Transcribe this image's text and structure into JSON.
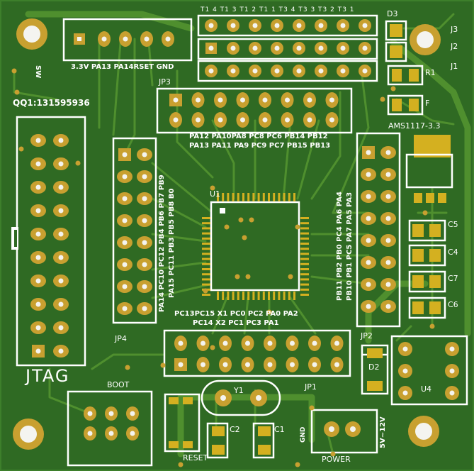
{
  "labels": {
    "sw_rotated": "SW",
    "jp3_top_pins": "3.3V PA13 PA14RSET GND",
    "qq": "QQ1:131595936",
    "jtag": "JTAG",
    "boot": "BOOT",
    "reset": "RESET",
    "jp3": "JP3",
    "jp4": "JP4",
    "jp1": "JP1",
    "jp2": "JP2",
    "u1": "U1",
    "u4": "U4",
    "d3": "D3",
    "d2": "D2",
    "j3": "J3",
    "j2": "J2",
    "j1": "J1",
    "r1": "R1",
    "f": "F",
    "ams": "AMS1117-3.3",
    "c5": "C5",
    "c4": "C4",
    "c7": "C7",
    "c6": "C6",
    "c1": "C1",
    "c2": "C2",
    "y1": "Y1",
    "power": "POWER",
    "gnd": "GND",
    "volt": "5V~12V",
    "jp3_row1": "PA12 PA10PA8  PC8 PC6 PB14 PB12",
    "jp3_row2": "PA13 PA11 PA9  PC9 PC7 PB15 PB13",
    "jp4_col1": "PA14 PC10 PC12 PB4 PB6 PB7 PB9",
    "jp4_col2": "PA15 PC11 PB3 PB5 PB8 B0",
    "jp1_top": "PC13PC15 X1   PC0  PC2       PA0  PA2",
    "jp1_bot": "PC14 X2         PC1  PC3        PA1",
    "jp2_col1": "PB11 PB2 PB0 PC4 PA6 PA4",
    "jp2_col2": "PB10 PB1 PC5 PA7 PA5 PA3",
    "top_header_labels": "T1 4  T1 3  T1 2  T1 1  T3 4  T3 3  T3 2  T3 1"
  },
  "colors": {
    "board": "#2f6a23",
    "trace": "#4f8f2e",
    "silkscreen": "#ffffff",
    "pad_gold": "#c8a030",
    "smd_gold": "#d4b020",
    "hole": "#f4f4f0"
  }
}
